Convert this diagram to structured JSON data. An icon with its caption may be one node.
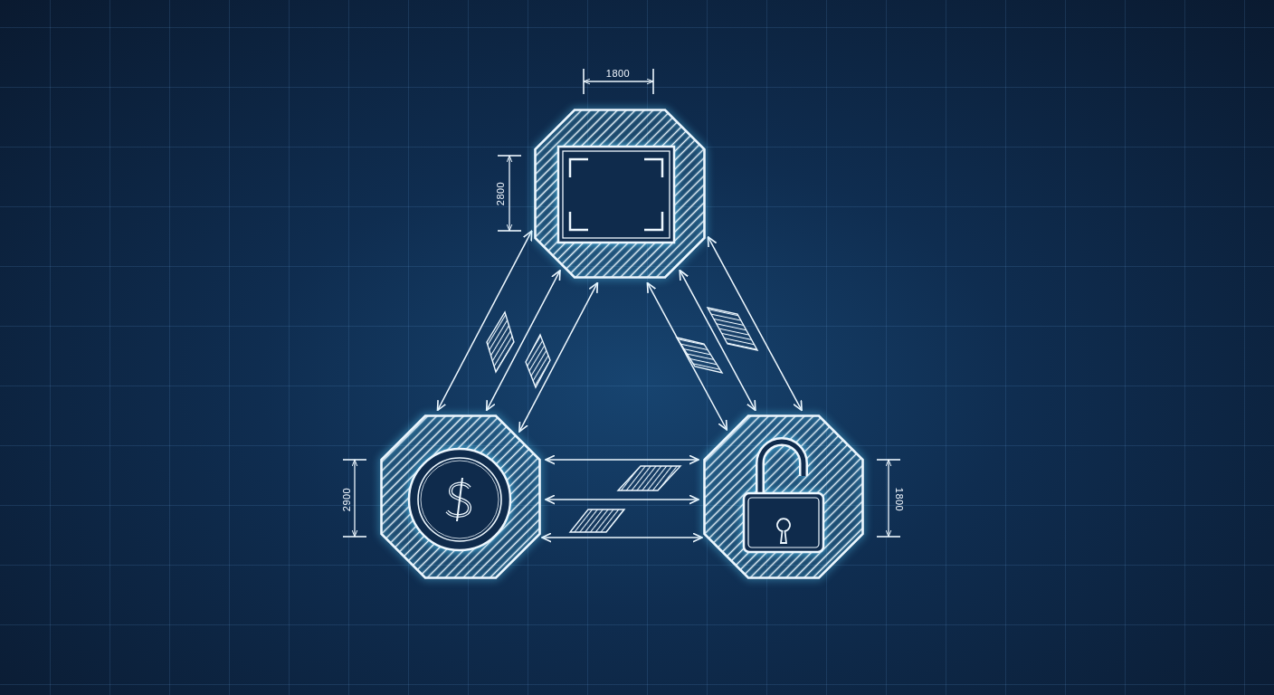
{
  "diagram": {
    "nodes": [
      {
        "text": [],
        "shape": "octagon",
        "beside": [
          "1800",
          "2800"
        ]
      },
      {
        "text": [],
        "shape": "octagon",
        "beside": [
          "2900"
        ]
      },
      {
        "text": [],
        "shape": "octagon",
        "beside": [
          "1800"
        ]
      },
      {
        "text": [],
        "shape": "parallelogram"
      },
      {
        "text": [],
        "shape": "parallelogram"
      },
      {
        "text": [],
        "shape": "parallelogram"
      },
      {
        "text": [],
        "shape": "parallelogram"
      },
      {
        "text": [],
        "shape": "parallelogram"
      },
      {
        "text": [],
        "shape": "parallelogram"
      }
    ],
    "edges": [
      {
        "from": 0,
        "to": 1,
        "arrow": "both"
      },
      {
        "from": 0,
        "to": 1,
        "arrow": "both"
      },
      {
        "from": 0,
        "to": 1,
        "arrow": "both"
      },
      {
        "from": 0,
        "to": 2,
        "arrow": "both"
      },
      {
        "from": 0,
        "to": 2,
        "arrow": "both"
      },
      {
        "from": 0,
        "to": 2,
        "arrow": "both"
      },
      {
        "from": 1,
        "to": 2,
        "arrow": "both"
      },
      {
        "from": 1,
        "to": 2,
        "arrow": "both"
      },
      {
        "from": 1,
        "to": 2,
        "arrow": "both"
      }
    ]
  }
}
